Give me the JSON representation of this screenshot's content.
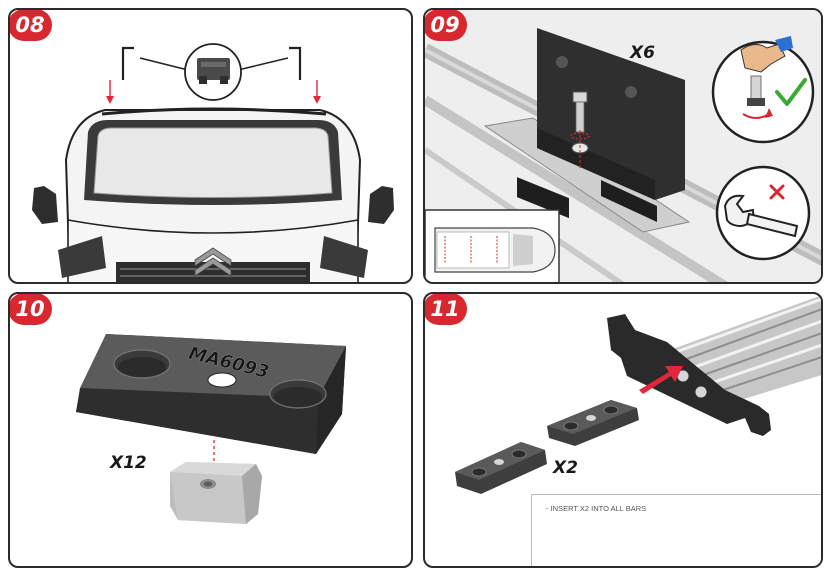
{
  "steps": [
    {
      "number": "08"
    },
    {
      "number": "09",
      "quantity": "X6"
    },
    {
      "number": "10",
      "quantity": "X12",
      "part_code": "MA6093"
    },
    {
      "number": "11",
      "quantity": "X2",
      "note": "- INSERT X2 INTO ALL BARS"
    }
  ],
  "icons": {
    "correct": "checkmark-icon",
    "incorrect": "cross-icon",
    "tool": "wrench-icon"
  },
  "colors": {
    "badge": "#d8282f",
    "arrow": "#e3263c",
    "check": "#3aaa35",
    "outline": "#2b2b2b"
  }
}
